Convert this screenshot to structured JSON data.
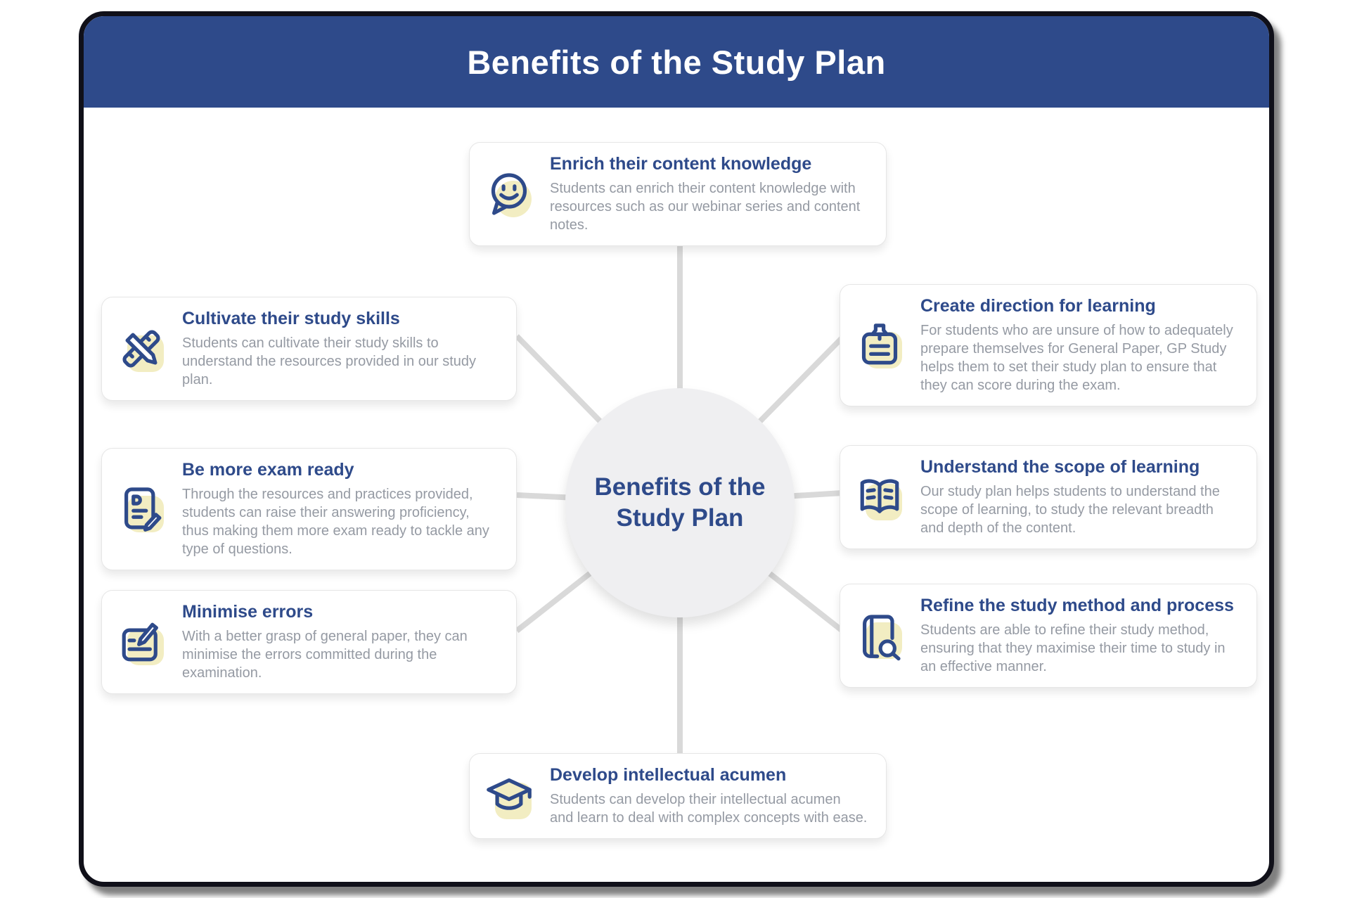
{
  "header": {
    "title": "Benefits of the Study Plan"
  },
  "center": {
    "line1": "Benefits of the",
    "line2": "Study Plan"
  },
  "cards": [
    {
      "icon": "chat-smiley-icon",
      "title": "Enrich their content knowledge",
      "body": "Students can enrich their content knowledge with resources such as our webinar series and content notes."
    },
    {
      "icon": "ruler-pencil-cross-icon",
      "title": "Cultivate their study skills",
      "body": "Students can cultivate their study skills to understand the resources provided in our study plan."
    },
    {
      "icon": "exam-paper-pencil-icon",
      "title": "Be more exam ready",
      "body": "Through the resources and practices provided, students can raise their answering proficiency, thus making them more exam ready to tackle any type of questions."
    },
    {
      "icon": "edit-note-pencil-icon",
      "title": "Minimise errors",
      "body": "With a better grasp of general paper, they can minimise the errors committed during the examination."
    },
    {
      "icon": "pinned-note-icon",
      "title": "Create direction for learning",
      "body": "For students who are unsure of how to adequately prepare themselves for General Paper, GP Study helps them to set their study plan to ensure that they can score during the exam."
    },
    {
      "icon": "open-book-icon",
      "title": "Understand the scope of learning",
      "body": "Our study plan helps students to understand the scope of learning, to study the relevant breadth and depth of the content."
    },
    {
      "icon": "book-magnifier-icon",
      "title": "Refine the study method and process",
      "body": "Students are able to refine their study method, ensuring that they maximise their time to study in an effective manner."
    },
    {
      "icon": "graduation-cap-icon",
      "title": "Develop intellectual acumen",
      "body": "Students can develop their intellectual acumen and learn to deal with complex concepts with ease."
    }
  ],
  "colors": {
    "primary": "#2e4a8a",
    "accent_fill": "#f2edc2",
    "body_text": "#959aa3",
    "connector": "#d9d9d9",
    "circle_fill": "#efeff1"
  }
}
